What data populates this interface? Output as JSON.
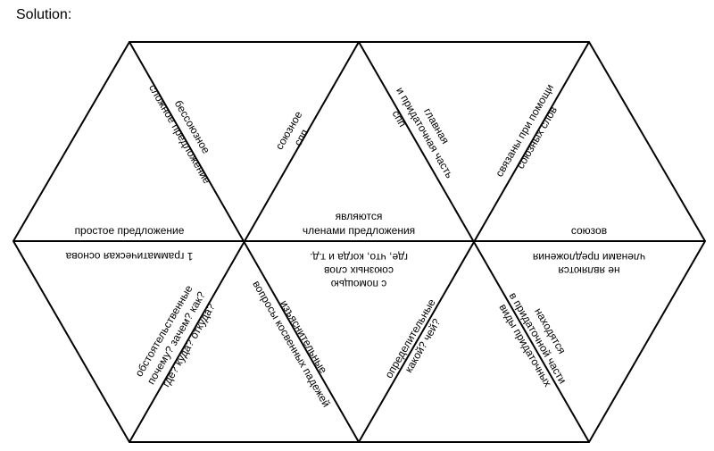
{
  "heading": "Solution:",
  "labels": {
    "t1_bottom": "простое предложение",
    "t1_right_a": "бессоюзное",
    "t1_right_b": "сложное предложение",
    "t2_left_a": "союзное",
    "t2_left_b": "спп",
    "t2_bottom_a": "являются",
    "t2_bottom_b": "членами предложения",
    "t2_right_a": "главная",
    "t2_right_b": "и придаточная часть",
    "t2_right_c": "спп",
    "t3_left_a": "связаны при помощи",
    "t3_left_b": "союзных слов",
    "t3_bottom": "союзов",
    "t4_top": "1 грамматическая основа",
    "t4_right_a": "обстоятельственные",
    "t4_right_b": "почему? зачем? как?",
    "t4_right_c": "где? куда? откуда?",
    "t5_left_a": "изъяснительные",
    "t5_left_b": "вопросы косвенных падежей",
    "t5_top_a": "с помощью",
    "t5_top_b": "союзных слов",
    "t5_top_c": "где, что, когда и т.д.",
    "t5_right_a": "определительные",
    "t5_right_b": "какой? чей?",
    "t6_top_a": "не являются",
    "t6_top_b": "членами предложения",
    "t6_left_a": "находятся",
    "t6_left_b": "в придаточной части",
    "t6_left_c": "виды придаточных"
  }
}
